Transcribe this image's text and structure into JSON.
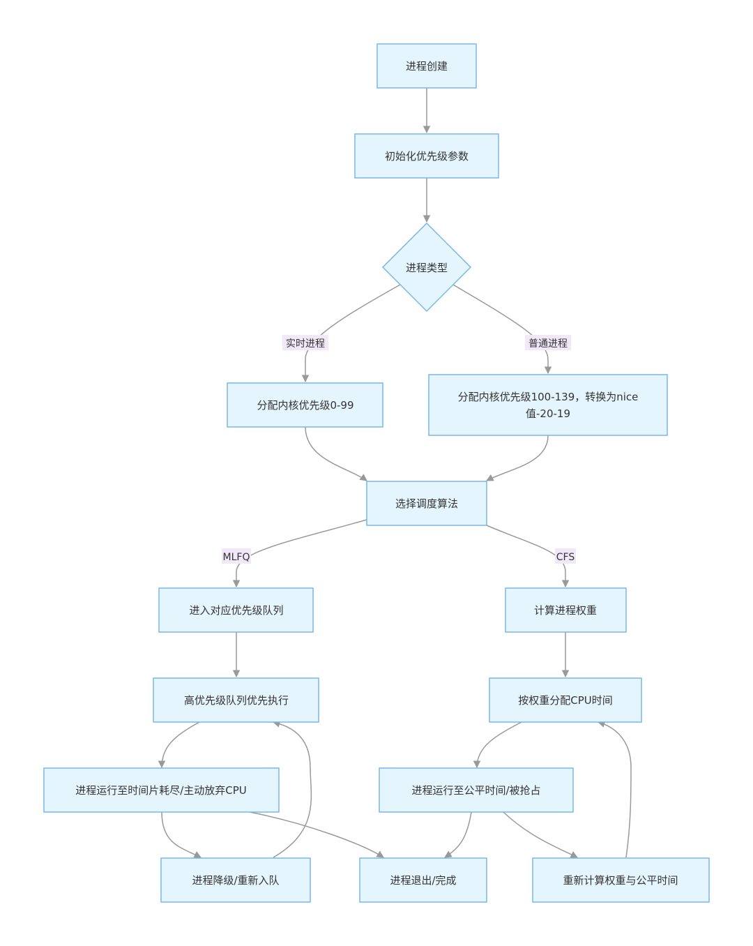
{
  "nodes": {
    "create": "进程创建",
    "init": "初始化优先级参数",
    "type": "进程类型",
    "rt_alloc": "分配内核优先级0-99",
    "normal_alloc_line1": "分配内核优先级100-139，转换为nice",
    "normal_alloc_line2": "值-20-19",
    "select_alg": "选择调度算法",
    "enter_queue": "进入对应优先级队列",
    "calc_weight": "计算进程权重",
    "high_exec": "高优先级队列优先执行",
    "alloc_cpu": "按权重分配CPU时间",
    "run_slice": "进程运行至时间片耗尽/主动放弃CPU",
    "run_fair": "进程运行至公平时间/被抢占",
    "demote": "进程降级/重新入队",
    "exit": "进程退出/完成",
    "recalc": "重新计算权重与公平时间"
  },
  "edge_labels": {
    "realtime": "实时进程",
    "normal": "普通进程",
    "mlfq": "MLFQ",
    "cfs": "CFS"
  }
}
